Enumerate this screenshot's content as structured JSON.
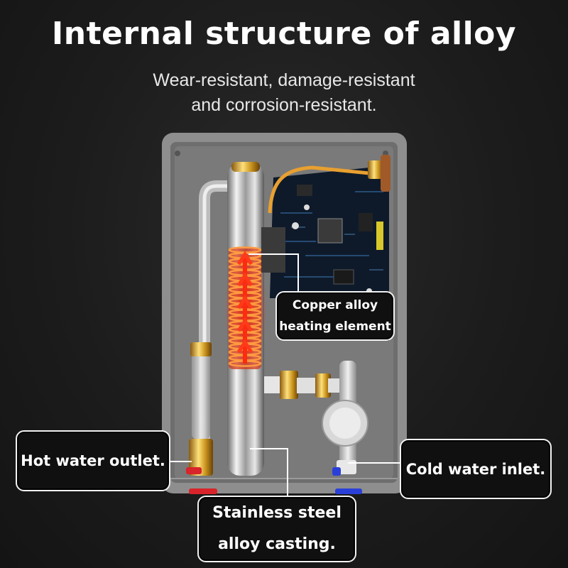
{
  "title": "Internal structure of alloy",
  "subtitle": {
    "line1": "Wear-resistant, damage-resistant",
    "line2": "and corrosion-resistant."
  },
  "callouts": {
    "copper": {
      "line1": "Copper alloy",
      "line2": "heating element"
    },
    "hot": {
      "label": "Hot water outlet."
    },
    "cold": {
      "label": "Cold water inlet."
    },
    "steel": {
      "line1": "Stainless steel",
      "line2": "alloy casting."
    }
  },
  "colors": {
    "heating_glow": "#ff3a1a",
    "hot_marker": "#d8242a",
    "cold_marker": "#2a3fd8",
    "brass": "#d4a52a",
    "housing": "#8c8c8c"
  }
}
